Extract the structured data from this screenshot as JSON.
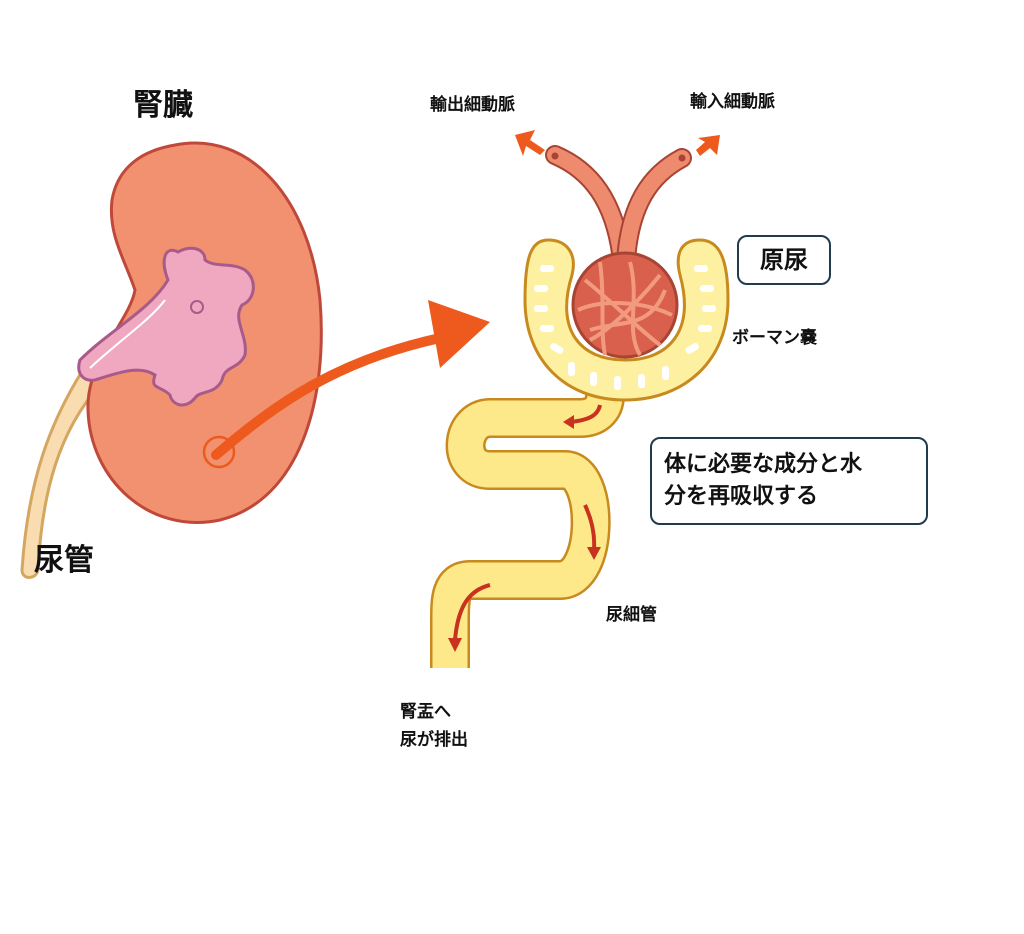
{
  "title": "腎臓",
  "labels": {
    "ureter": "尿管",
    "efferent_arteriole": "輸出細動脈",
    "afferent_arteriole": "輸入細動脈",
    "primary_urine": "原尿",
    "bowman_capsule": "ボーマン嚢",
    "reabsorption_line1": "体に必要な成分と水",
    "reabsorption_line2": "分を再吸収する",
    "renal_tubule": "尿細管",
    "to_pelvis_line1": "腎盂へ",
    "to_pelvis_line2": "尿が排出"
  },
  "colors": {
    "kidney": "#F1916F",
    "kidney_outline": "#C0483A",
    "pelvis": "#F0A8C0",
    "ureter": "#F9DDB0",
    "arrow": "#EE5A1E",
    "tubule": "#FDE98A",
    "tubule_outline": "#C88A1E",
    "flow_arrow": "#C8321E"
  }
}
